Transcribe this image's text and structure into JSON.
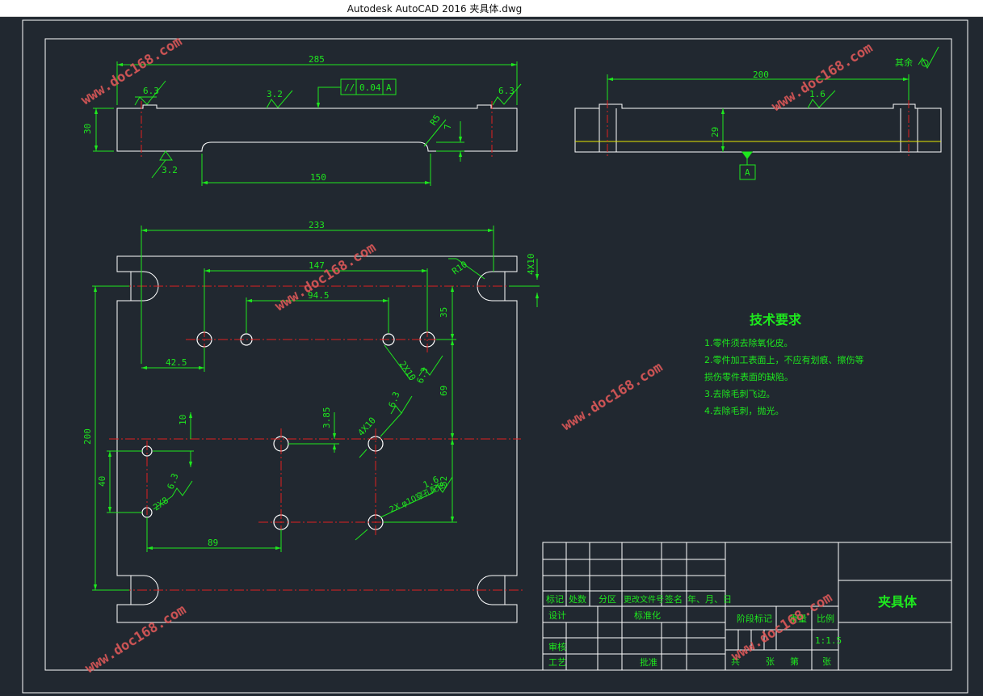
{
  "window": {
    "title": "Autodesk AutoCAD 2016     夹具体.dwg"
  },
  "watermark": "www.doc168.com",
  "colors": {
    "background": "#212830",
    "geometry": "#ffffff",
    "dimension": "#1ee81e",
    "centerline": "#e02020",
    "yellow": "#e8e800"
  },
  "top_view": {
    "dim_overall": "285",
    "dim_height": "30",
    "dim_slot": "150",
    "dim_r": "R5",
    "dim_depth": "7",
    "rough_left": "6.3",
    "rough_mid": "3.2",
    "rough_right": "6.3",
    "rough_bottom": "3.2",
    "tolerance_symbol": "//",
    "tolerance_value": "0.04",
    "tolerance_datum": "A"
  },
  "side_view": {
    "dim_width": "200",
    "dim_height": "29",
    "rough": "1.6",
    "datum": "A",
    "rest_label": "其余",
    "rest_symbol": "✓"
  },
  "plan_view": {
    "dim_overall": "233",
    "dim_147": "147",
    "dim_94": "94.5",
    "dim_42": "42.5",
    "dim_35": "35",
    "dim_69": "69",
    "dim_200": "200",
    "dim_40": "40",
    "dim_89": "89",
    "dim_10": "10",
    "dim_385": "3.85",
    "dim_52": "52",
    "dim_r10": "R10",
    "dim_phi10": "4X10",
    "note_2x10": "2X10",
    "note_2x8": "2X8",
    "note_4x10": "4X10",
    "note_holes": "2X φ10穿孔配钻",
    "rough_63a": "6.3",
    "rough_63b": "6.3",
    "rough_63c": "6.3",
    "rough_16": "1.6"
  },
  "requirements": {
    "heading": "技术要求",
    "items": [
      "1.零件须去除氧化皮。",
      "2.零件加工表面上，不应有划痕、擦伤等",
      "损伤零件表面的缺陷。",
      "3.去除毛刺飞边。",
      "4.去除毛刺，抛光。"
    ]
  },
  "title_block": {
    "part_name": "夹具体",
    "row_labels": [
      "标记",
      "处数",
      "分区",
      "更改文件号",
      "签名",
      "年、月、日"
    ],
    "design": "设计",
    "standard": "标准化",
    "review": "审核",
    "process": "工艺",
    "approve": "批准",
    "stage": "阶段标记",
    "weight": "重量",
    "scale_label": "比例",
    "scale": "1:1.5",
    "sheets_total": "共",
    "sheets_zhang1": "张",
    "sheets_di": "第",
    "sheets_zhang2": "张"
  }
}
